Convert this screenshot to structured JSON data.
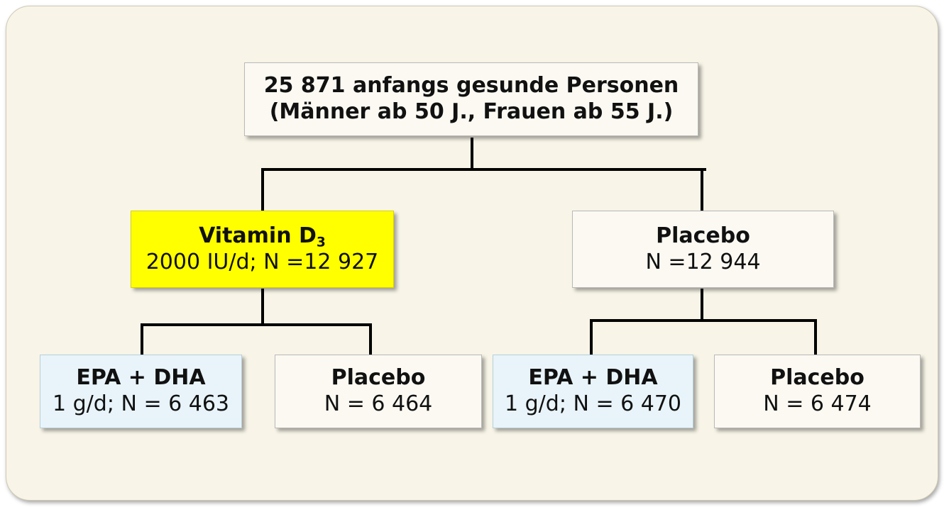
{
  "diagram": {
    "root": {
      "line1": "25 871 anfangs gesunde Personen",
      "line2": "(Männer ab 50 J., Frauen ab 55 J.)"
    },
    "vitamin_d": {
      "title": "Vitamin D",
      "subscript": "3",
      "detail": "2000 IU/d;  N =12 927"
    },
    "placebo_top": {
      "title": "Placebo",
      "detail": "N =12 944"
    },
    "vitd_epa": {
      "title": "EPA + DHA",
      "detail": "1 g/d; N = 6 463"
    },
    "vitd_placebo": {
      "title": "Placebo",
      "detail": "N = 6 464"
    },
    "placebo_epa": {
      "title": "EPA + DHA",
      "detail": "1 g/d; N = 6 470"
    },
    "placebo_placebo": {
      "title": "Placebo",
      "detail": "N = 6 474"
    }
  },
  "colors": {
    "background": "#f8f5e8",
    "node_default": "#fbf9f2",
    "vitamin_d_highlight": "#ffff00",
    "epa_dha_fill": "#e8f4fa",
    "connector": "#000000"
  }
}
